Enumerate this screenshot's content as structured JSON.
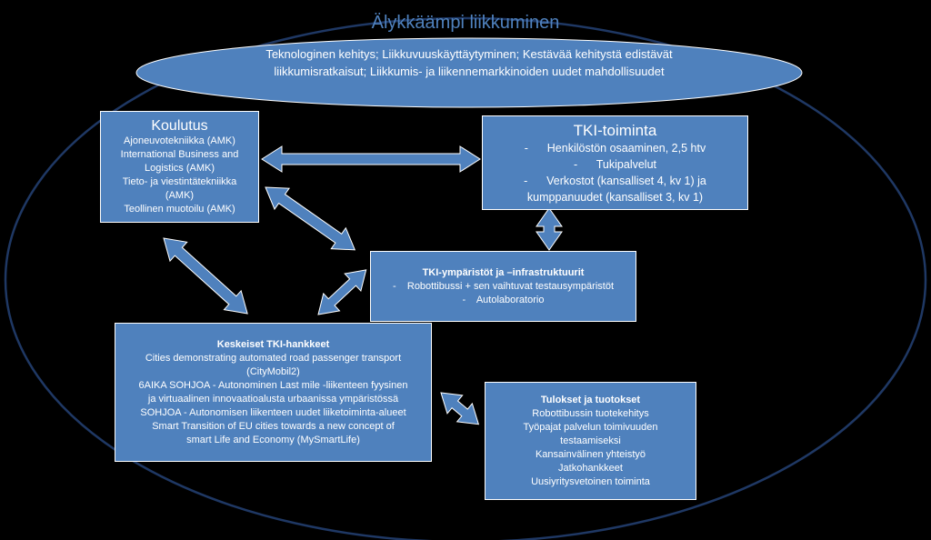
{
  "diagram": {
    "title": "Älykkäämpi liikkuminen",
    "banner_lines": [
      "Teknologinen kehitys; Liikkuvuuskäyttäytyminen; Kestävää kehitystä",
      "edistävät liikkumisratkaisut; Liikkumis- ja liikennemarkkinoiden uudet",
      "mahdollisuudet"
    ],
    "koulutus": {
      "heading": "Koulutus",
      "lines": [
        "Ajoneuvotekniikka (AMK)",
        "International Business and",
        "Logistics (AMK)",
        "Tieto- ja viestintätekniikka",
        "(AMK)",
        "Teollinen muotoilu (AMK)"
      ]
    },
    "tki_toiminta": {
      "heading": "TKI-toiminta",
      "lines": [
        "-      Henkilöstön osaaminen, 2,5 htv",
        "-      Tukipalvelut",
        "-      Verkostot (kansalliset 4, kv 1) ja",
        "kumppanuudet (kansalliset 3, kv 1)"
      ]
    },
    "tki_ymparistot": {
      "heading": "TKI-ympäristöt ja –infrastruktuurit",
      "lines": [
        "-    Robottibussi + sen vaihtuvat testausympäristöt",
        "-    Autolaboratorio"
      ]
    },
    "keskeiset_hankkeet": {
      "heading": "Keskeiset TKI-hankkeet",
      "lines": [
        "Cities demonstrating automated road passenger transport",
        "(CityMobil2)",
        "6AIKA SOHJOA - Autonominen Last mile -liikenteen fyysinen",
        "ja virtuaalinen innovaatioalusta urbaanissa ympäristössä",
        "SOHJOA - Autonomisen liikenteen uudet liiketoiminta-alueet",
        "Smart Transition of EU cities towards a new concept of",
        "smart Life and Economy (MySmartLife)"
      ]
    },
    "tulokset": {
      "heading": "Tulokset ja tuotokset",
      "lines": [
        "Robottibussin tuotekehitys",
        "Työpajat palvelun toimivuuden",
        "testaamiseksi",
        "Kansainvälinen yhteistyö",
        "Jatkohankkeet",
        "Uusiyritysvetoinen toiminta"
      ]
    },
    "colors": {
      "box_fill": "#4f81bd",
      "box_border": "#ffffff",
      "title": "#4f81bd",
      "background": "#000000",
      "outline": "#1f3864"
    }
  }
}
